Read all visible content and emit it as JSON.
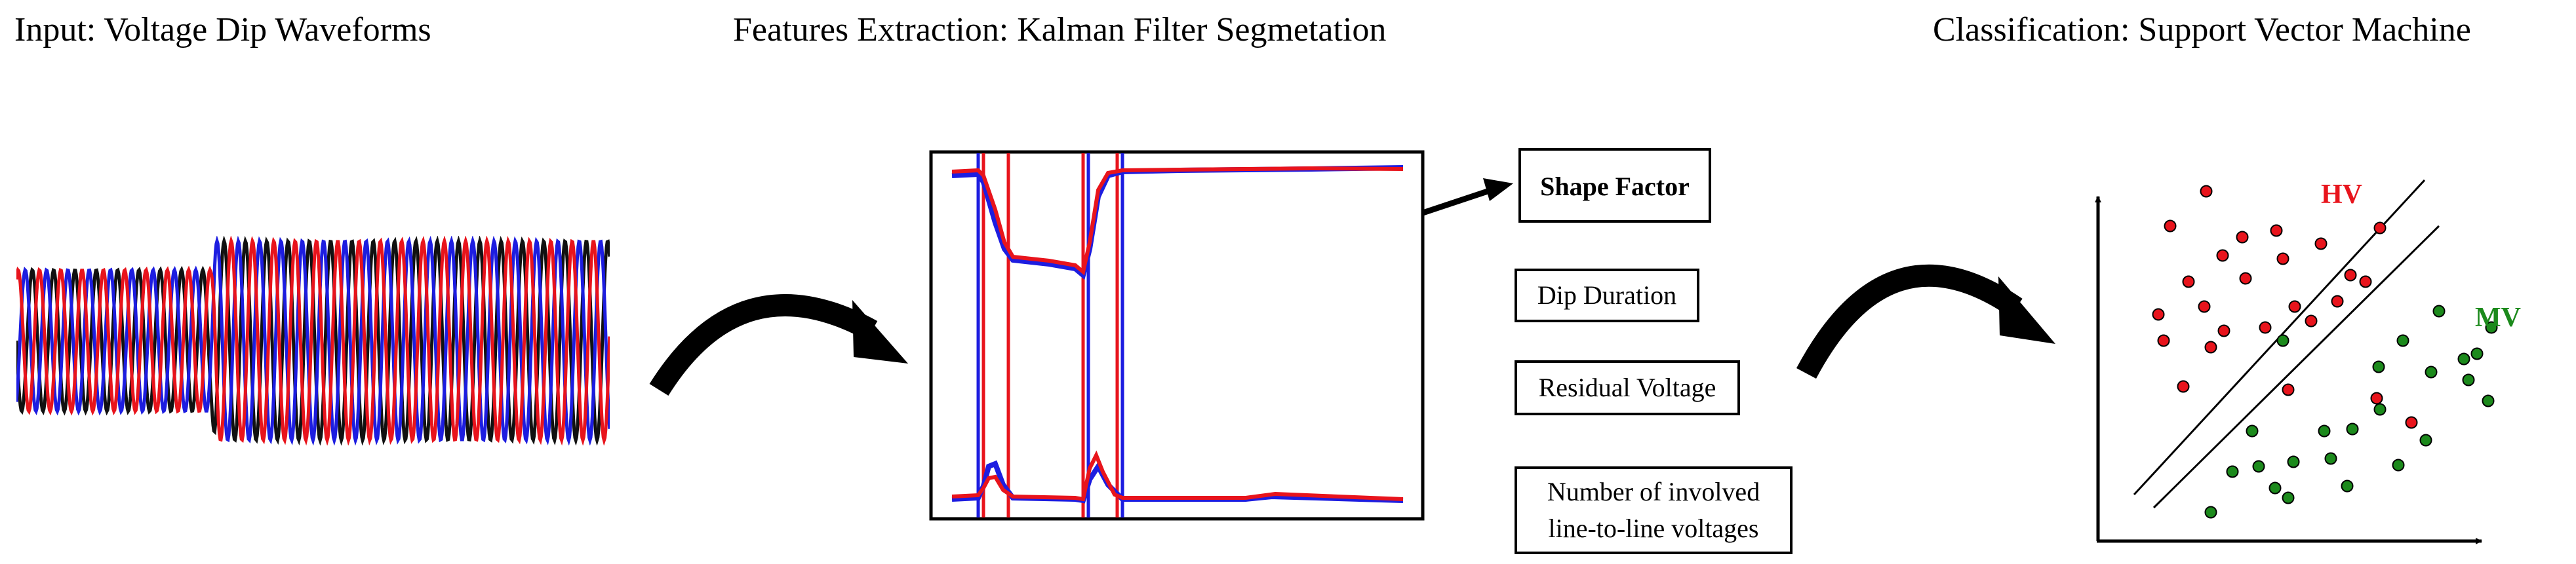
{
  "titles": {
    "input": "Input: Voltage Dip Waveforms",
    "features": "Features Extraction: Kalman Filter Segmetation",
    "classification": "Classification: Support Vector Machine"
  },
  "features": {
    "shape_factor": "Shape Factor",
    "dip_duration": "Dip Duration",
    "residual_voltage": "Residual Voltage",
    "involved_line1": "Number of involved",
    "involved_line2": "line-to-line voltages"
  },
  "classes": {
    "hv": "HV",
    "mv": "MV"
  },
  "colors": {
    "red": "#e8141c",
    "blue": "#1d1de0",
    "black": "#111111",
    "green": "#1c8a1c",
    "dark_red": "#cc0000"
  },
  "icons": [
    "curved-arrow-icon",
    "straight-arrow-icon",
    "axis-arrow-icon"
  ]
}
